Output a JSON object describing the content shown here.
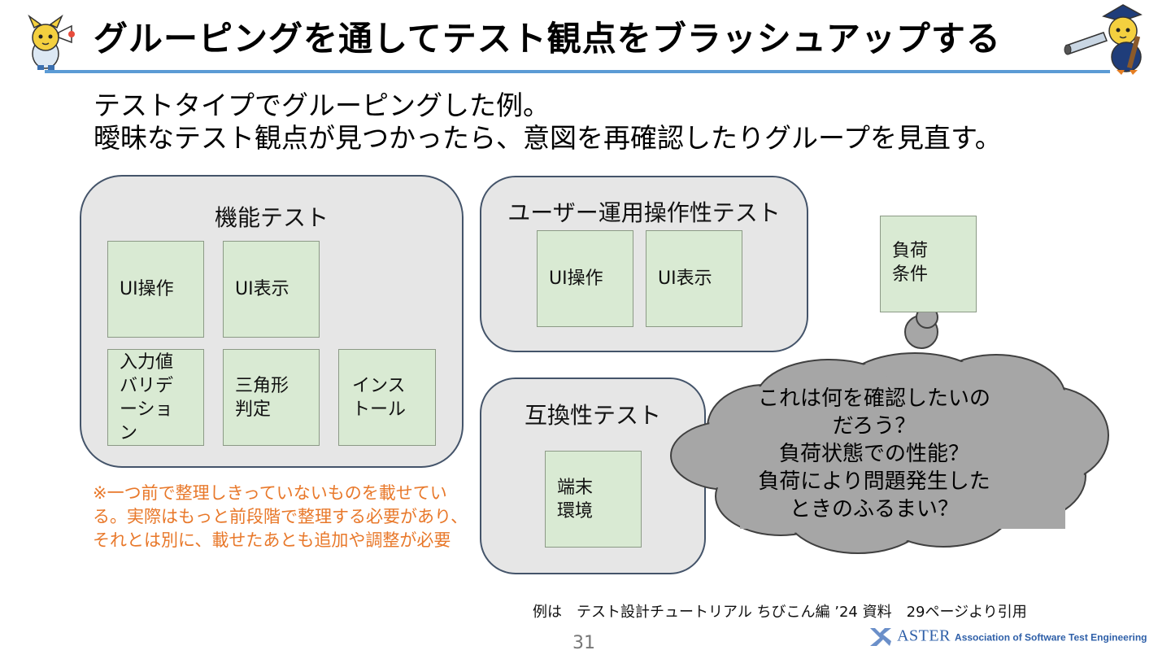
{
  "slide": {
    "title": "グルーピングを通してテスト観点をブラッシュアップする",
    "subtitle_lines": [
      "テストタイプでグルーピングした例。",
      "曖昧なテスト観点が見つかったら、意図を再確認したりグループを見直す。"
    ],
    "page_number": "31"
  },
  "groups": {
    "functional": {
      "title": "機能テスト",
      "cards": [
        "UI操作",
        "UI表示",
        "入力値\nバリデ\nーショ\nン",
        "三角形\n判定",
        "インス\nトール"
      ]
    },
    "usability": {
      "title": "ユーザー運用操作性テスト",
      "cards": [
        "UI操作",
        "UI表示"
      ]
    },
    "compatibility": {
      "title": "互換性テスト",
      "cards": [
        "端末\n環境"
      ]
    }
  },
  "load_card": "負荷\n条件",
  "thought_cloud": {
    "lines": [
      "これは何を確認したいの",
      "だろう？",
      "負荷状態での性能？",
      "負荷により問題発生した",
      "ときのふるまい？"
    ]
  },
  "note": "※一つ前で整理しきっていないものを載せている。実際はもっと前段階で整理する必要があり、それとは別に、載せたあとも追加や調整が必要",
  "footer": {
    "citation": "例は　テスト設計チュートリアル ちびこん編 ’24 資料　29ページより引用",
    "logo_word": "ASTER",
    "logo_sub": "Association of Software Test Engineering"
  },
  "colors": {
    "title_rule": "#5b9bd5",
    "group_fill": "#e6e6e6",
    "group_border": "#44546a",
    "card_fill": "#d9ead3",
    "cloud_fill": "#a6a6a6",
    "note_text": "#e8782a"
  },
  "icons": {
    "left_mascot": "megaphone-mascot-icon",
    "right_mascot": "telescope-mascot-icon"
  }
}
